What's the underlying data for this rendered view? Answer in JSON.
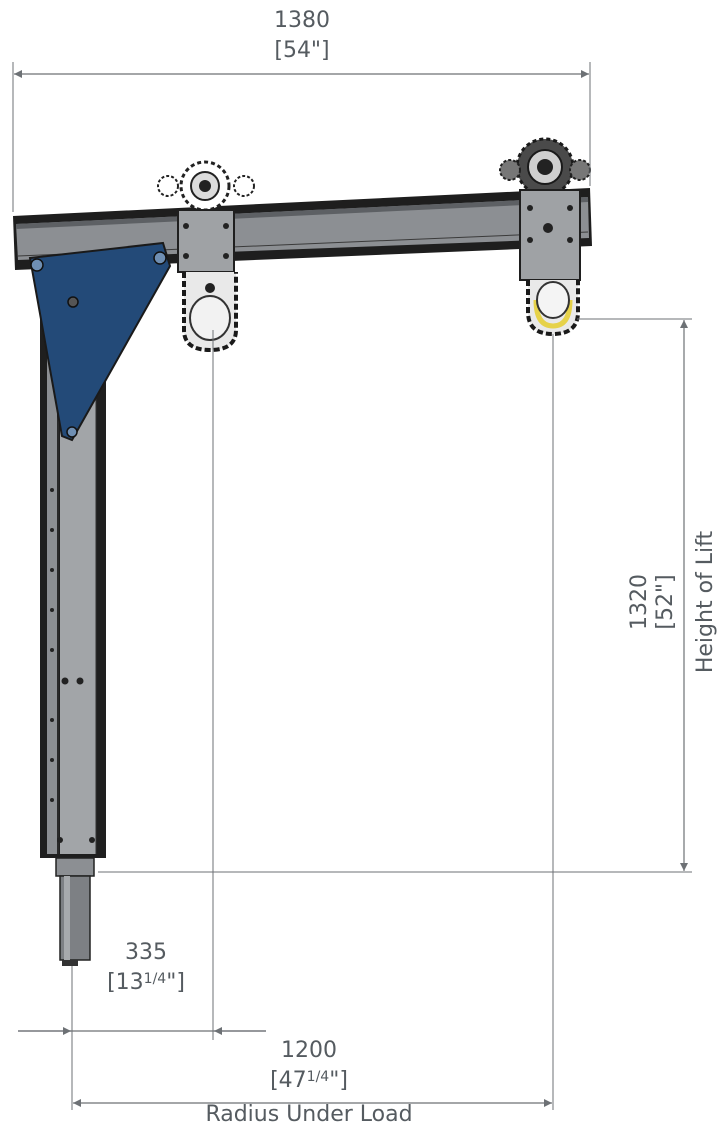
{
  "dimensions": {
    "overall_width": {
      "mm": "1380",
      "inch": "[54\"]"
    },
    "height_of_lift": {
      "mm": "1320",
      "inch": "[52\"]",
      "label": "Height of Lift"
    },
    "min_radius": {
      "mm": "335",
      "inch_prefix": "[13",
      "inch_frac": "1/4",
      "inch_suffix": "\"]"
    },
    "radius_under_load": {
      "mm": "1200",
      "inch_prefix": "[47",
      "inch_frac": "1/4",
      "inch_suffix": "\"]",
      "label": "Radius Under Load"
    }
  },
  "colors": {
    "steel": "#8c8f93",
    "steel_dark": "#1e1e1e",
    "gusset": "#234a78",
    "dim_line": "#6d7175",
    "hook_yellow": "#e6d24a"
  }
}
